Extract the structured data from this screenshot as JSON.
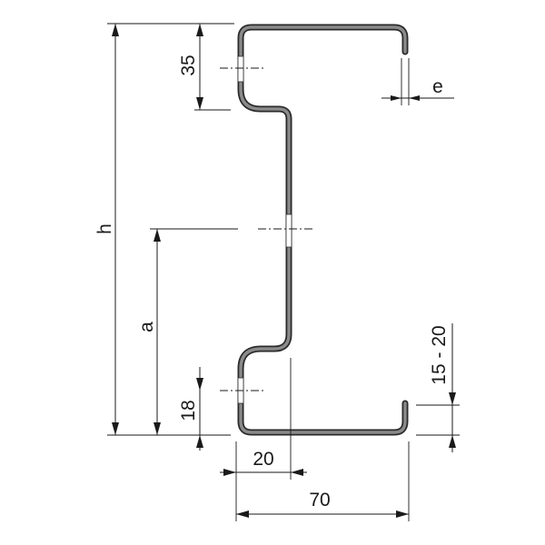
{
  "diagram": {
    "labels": {
      "h": "h",
      "a": "a",
      "top_flange": "35",
      "bottom_flange": "18",
      "lip_offset": "20",
      "width": "70",
      "thickness": "e",
      "lip_range": "15 - 20"
    }
  }
}
